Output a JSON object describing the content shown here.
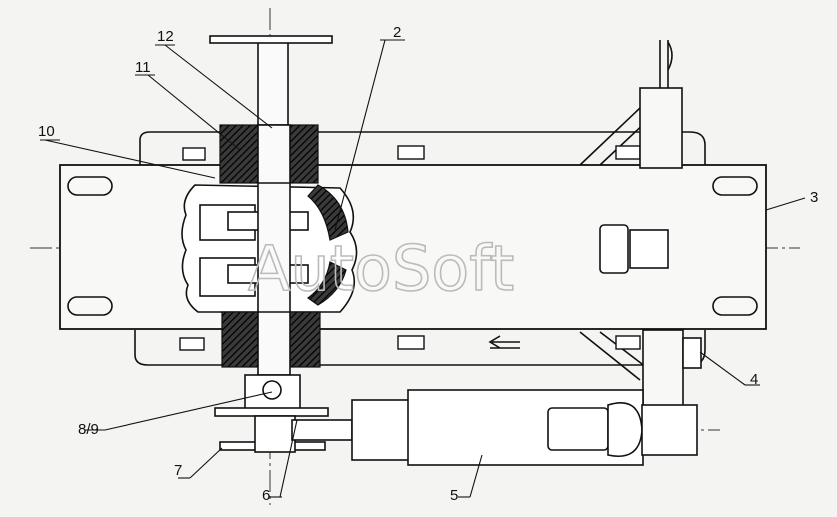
{
  "labels": {
    "l1": "12",
    "l2": "2",
    "l3": "11",
    "l4": "10",
    "l5": "3",
    "l6": "4",
    "l7": "8/9",
    "l8": "7",
    "l9": "6",
    "l10": "5"
  },
  "watermark": "AutoSoft",
  "colors": {
    "line": "#111111",
    "hatch": "#222222",
    "paper": "#f4f4f2"
  }
}
